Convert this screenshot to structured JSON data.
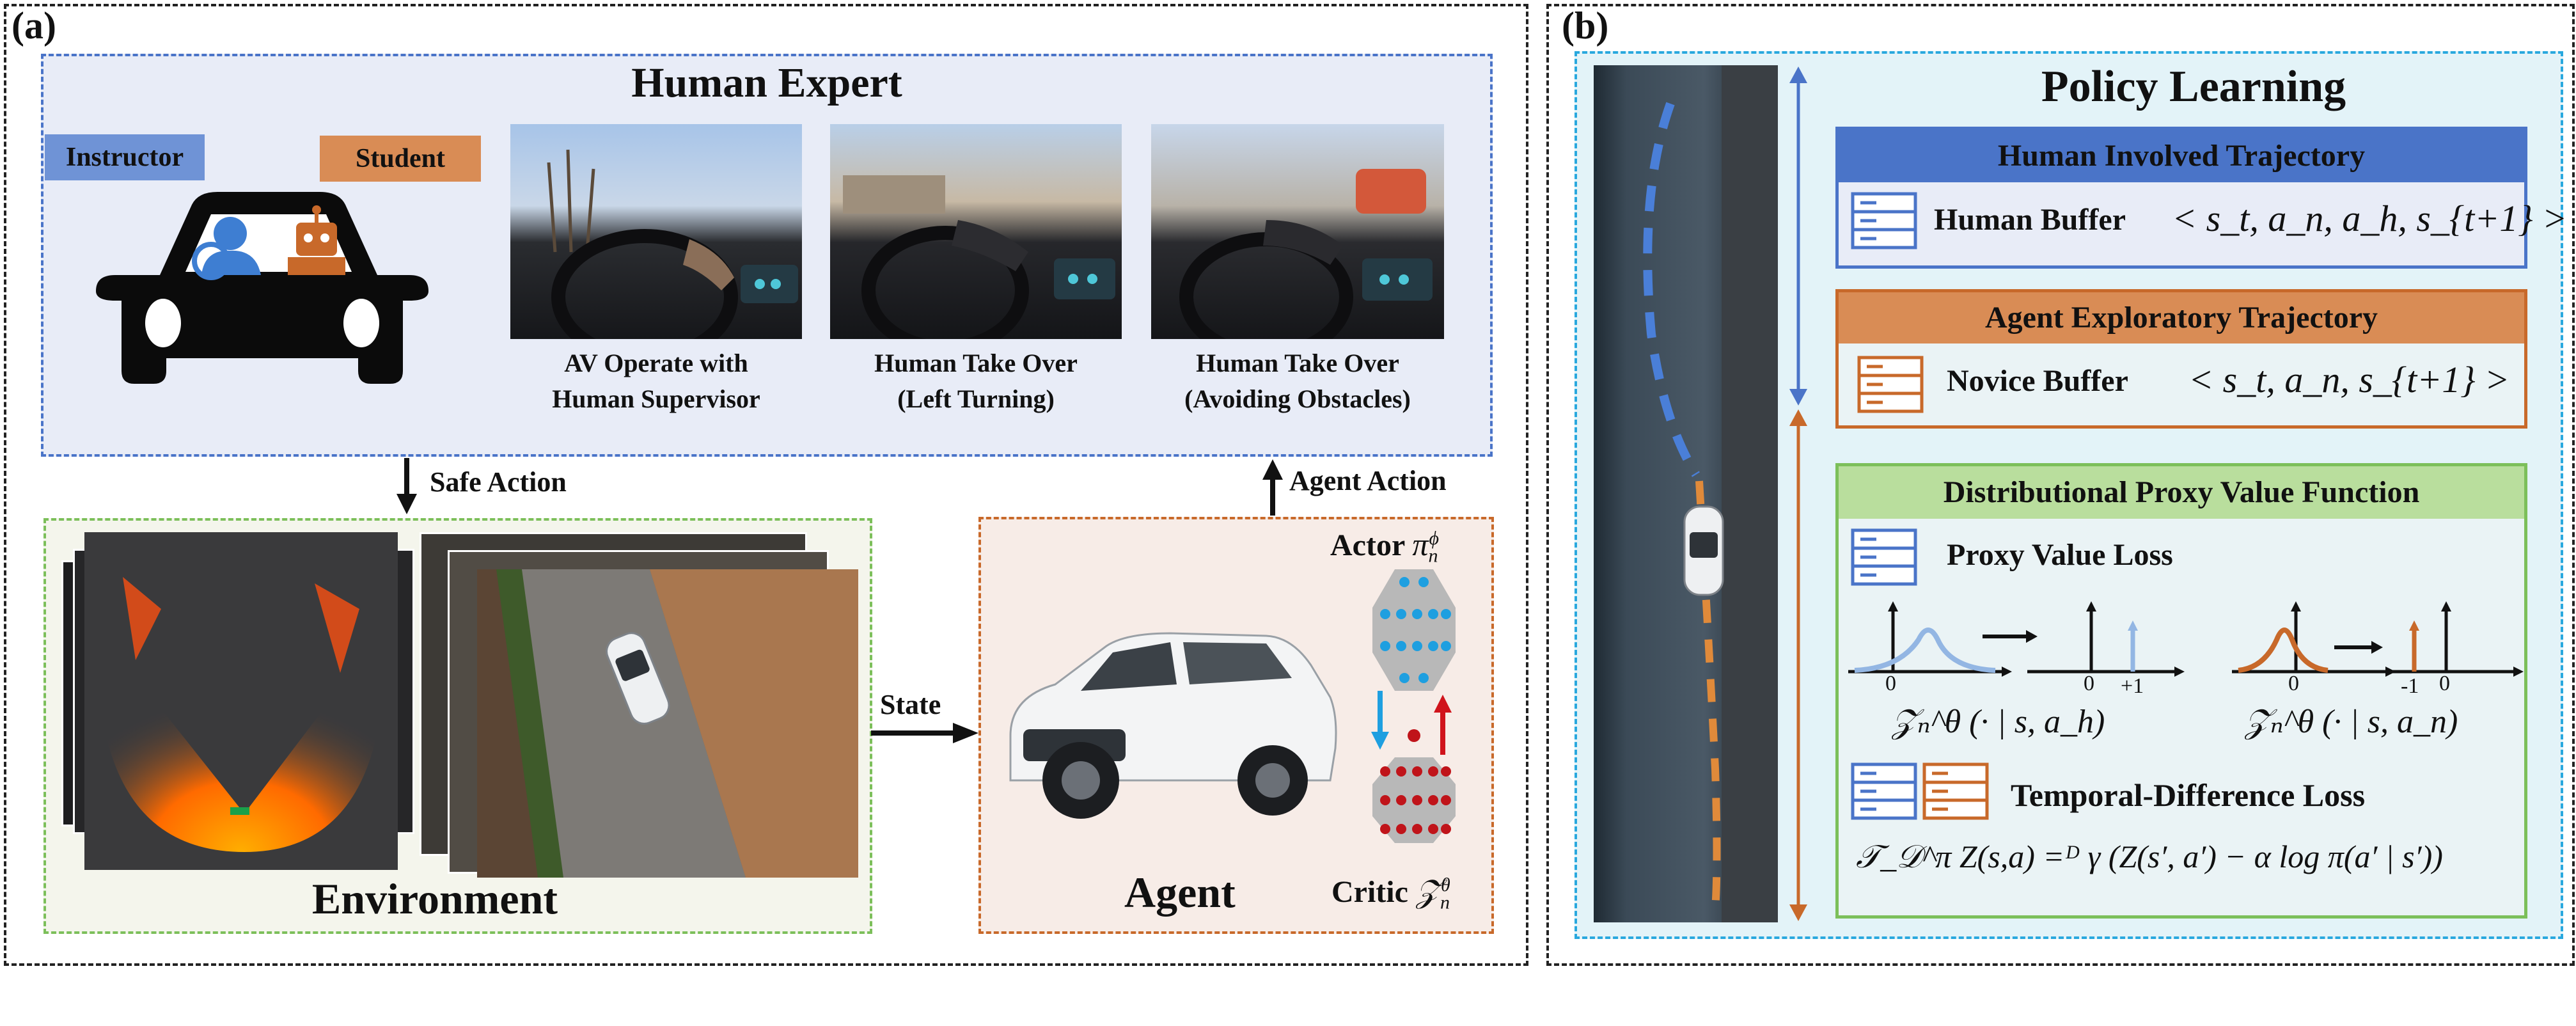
{
  "panel_a": {
    "label": "(a)",
    "human_expert": {
      "title": "Human Expert",
      "instructor_label": "Instructor",
      "student_label": "Student",
      "photo_captions": [
        {
          "line1": "AV Operate with",
          "line2": "Human Supervisor"
        },
        {
          "line1": "Human Take Over",
          "line2": "(Left Turning)"
        },
        {
          "line1": "Human Take Over",
          "line2": "(Avoiding Obstacles)"
        }
      ]
    },
    "safe_action_label": "Safe Action",
    "agent_action_label": "Agent Action",
    "state_label": "State",
    "environment_label": "Environment",
    "agent_label": "Agent",
    "actor_label": "Actor",
    "actor_symbol": "π",
    "actor_sub": "n",
    "actor_sup": "ϕ",
    "critic_label": "Critic",
    "critic_symbol": "𝒵",
    "critic_sub": "n",
    "critic_sup": "θ"
  },
  "panel_b": {
    "label": "(b)",
    "title": "Policy Learning",
    "human_traj": {
      "header": "Human Involved Trajectory",
      "buffer_label": "Human Buffer",
      "tuple": "< s_t, a_n, a_h, s_{t+1} >"
    },
    "agent_traj": {
      "header": "Agent Exploratory Trajectory",
      "buffer_label": "Novice Buffer",
      "tuple": "< s_t, a_n, s_{t+1} >"
    },
    "dpvf": {
      "header": "Distributional Proxy Value Function",
      "proxy_loss_label": "Proxy Value Loss",
      "tick_zero": "0",
      "tick_plus_one": "+1",
      "tick_minus_one": "-1",
      "dist_human": "𝒵ₙ^θ (· | s, a_h)",
      "dist_agent": "𝒵ₙ^θ (· | s, a_n)",
      "td_loss_label": "Temporal-Difference Loss",
      "td_formula": "𝒯_𝒟^π Z(s,a) =ᴰ γ (Z(s′, a′) − α log π(a′ | s′))"
    }
  },
  "colors": {
    "blue_box": "#4a74c8",
    "blue_fill": "#e8ecf7",
    "orange": "#c8692a",
    "green": "#7cbf5a",
    "cyan": "#29a8de",
    "panel_b_fill": "#e3f3f8",
    "instructor_fill": "#6f93d6",
    "student_fill": "#d98c55"
  }
}
